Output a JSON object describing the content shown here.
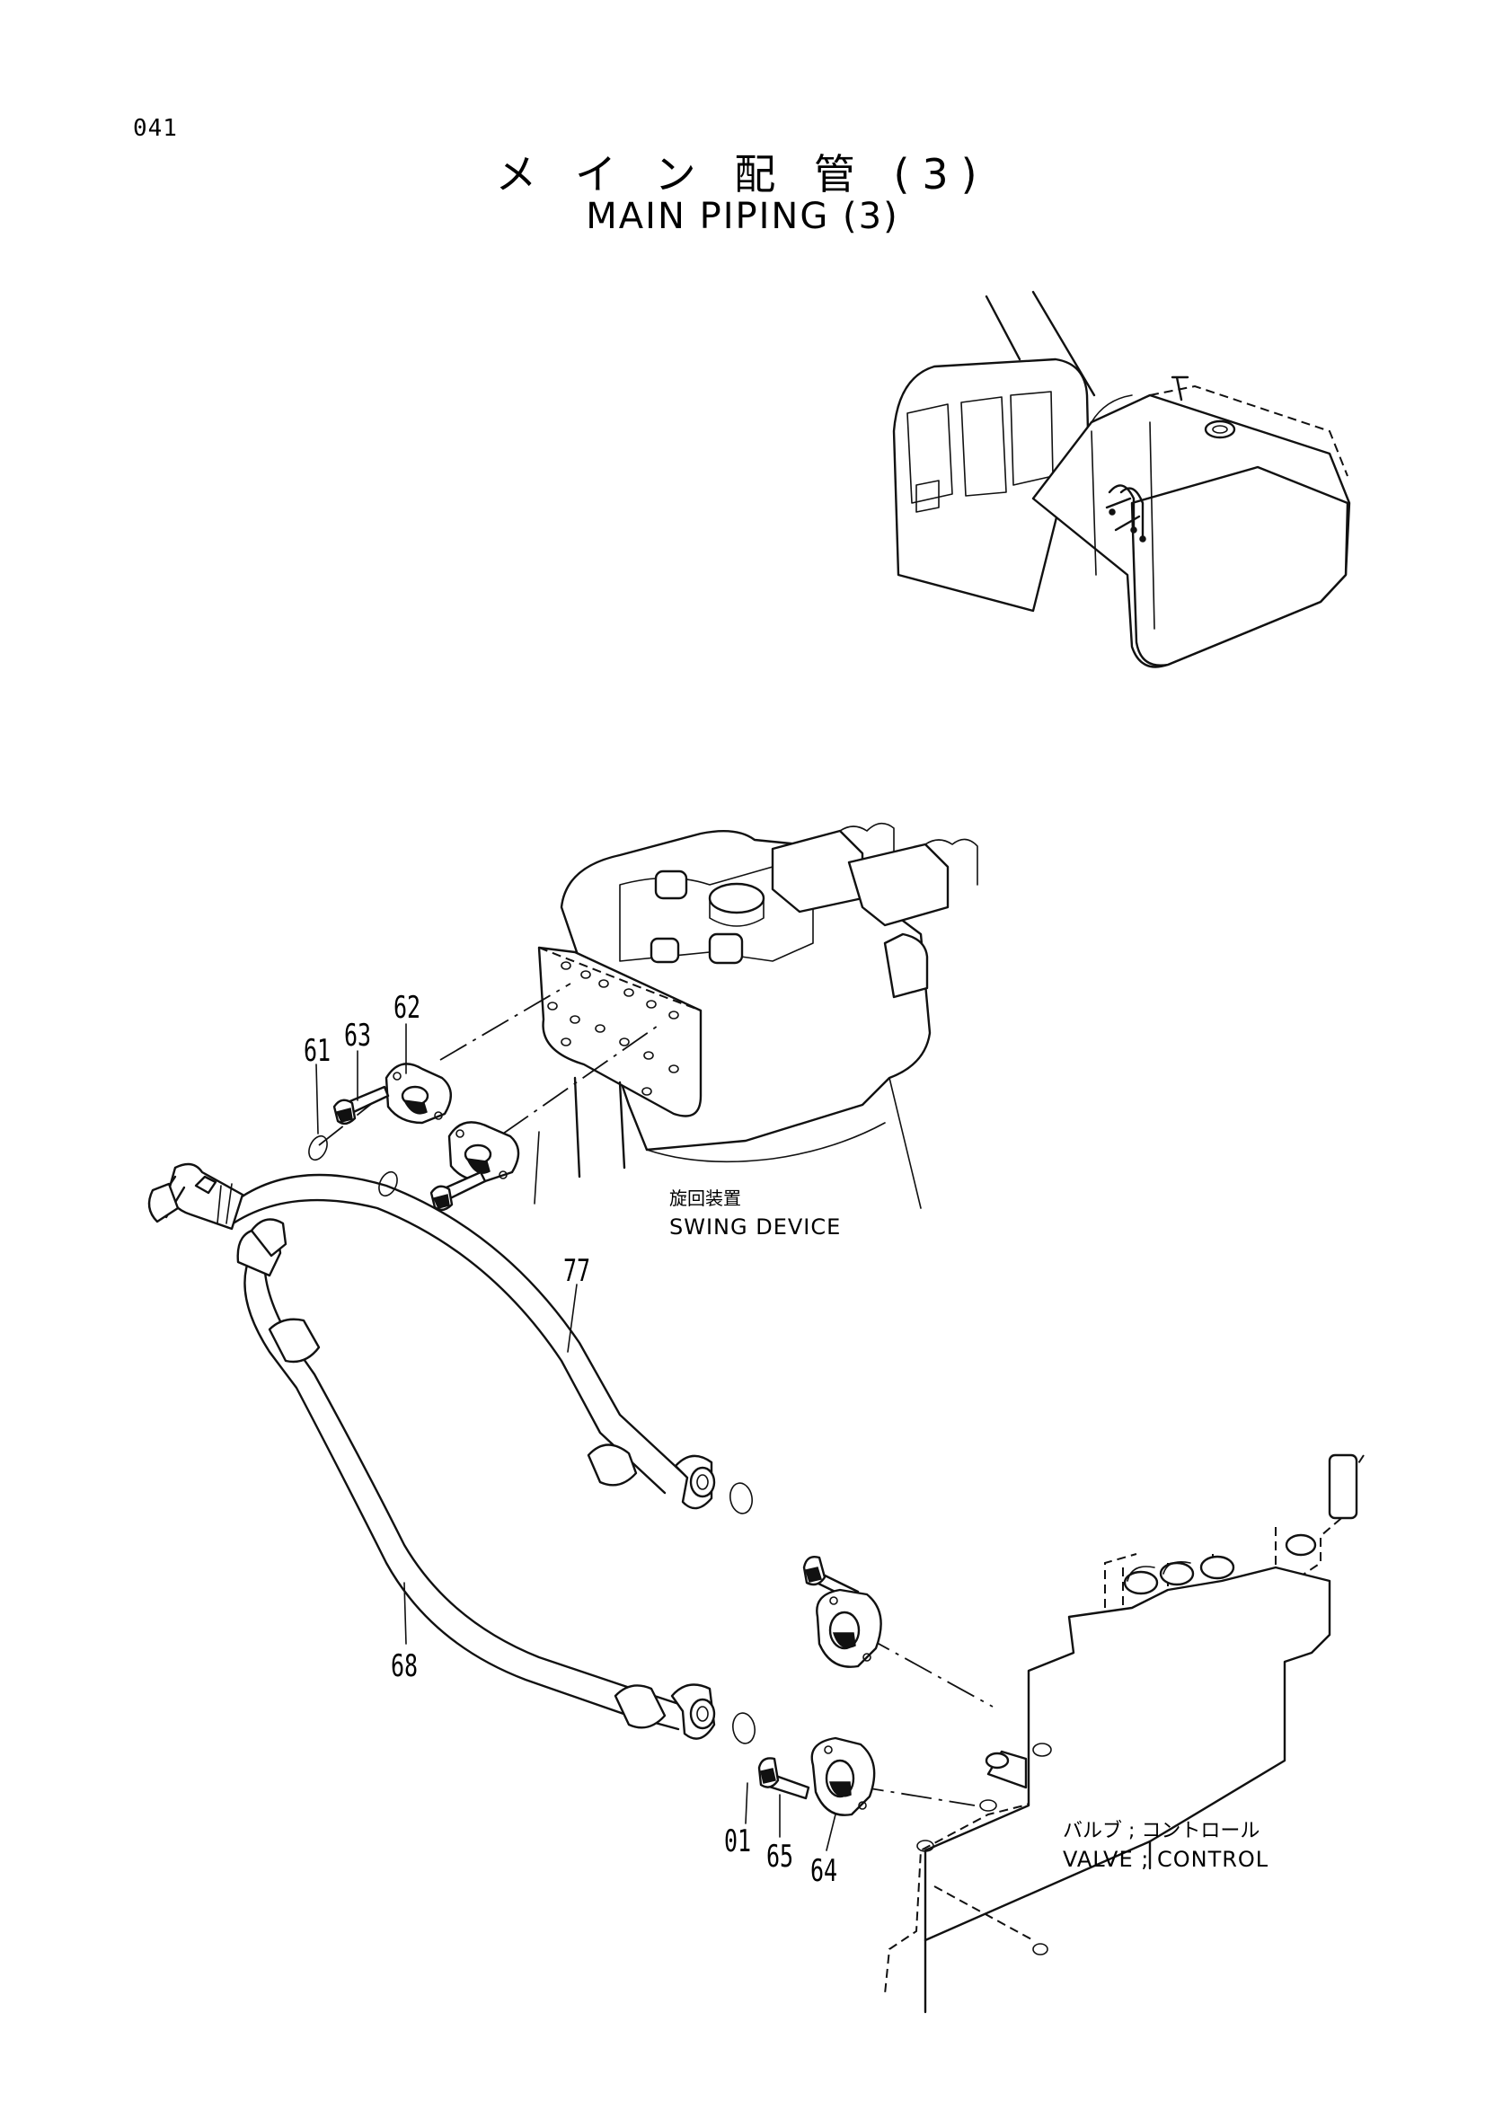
{
  "page": {
    "number": "041"
  },
  "title": {
    "japanese": "メ イ ン 配 管 (3)",
    "english": "MAIN PIPING (3)"
  },
  "callouts": {
    "swing_device": {
      "japanese": "旋回装置",
      "english": "SWING DEVICE"
    },
    "control_valve": {
      "japanese": "バルブ ; コントロール",
      "english": "VALVE ; CONTROL"
    }
  },
  "parts": {
    "p61": "61",
    "p62": "62",
    "p63": "63",
    "p77": "77",
    "p68": "68",
    "p01": "01",
    "p65": "65",
    "p64": "64"
  }
}
